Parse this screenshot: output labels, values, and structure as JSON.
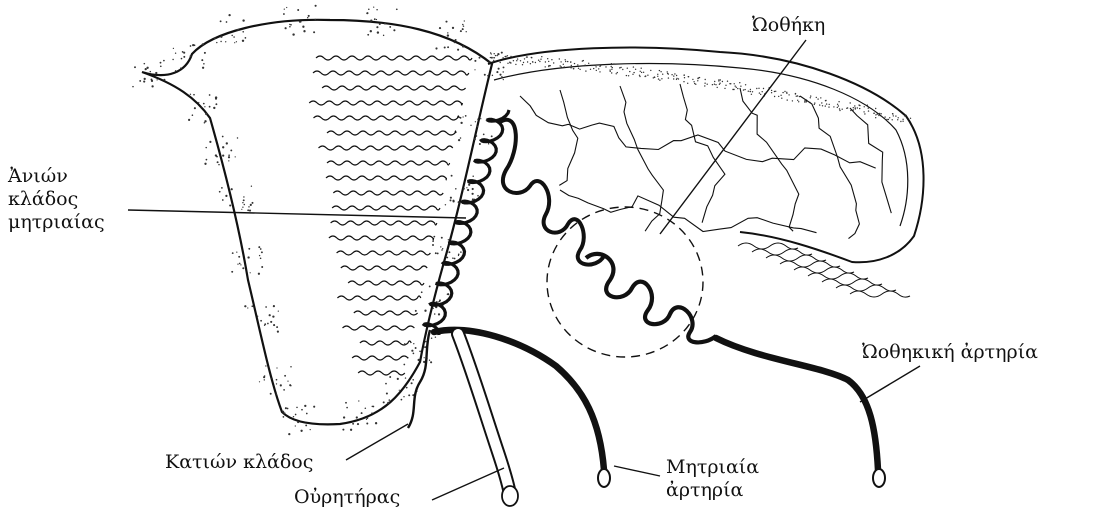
{
  "labels": {
    "ovary": "Ὠοθήκη",
    "ascending_branch": [
      "Ἀνιών",
      "κλάδος",
      "μητριαίας"
    ],
    "ovarian_artery": "Ὠοθηκική ἀρτηρία",
    "descending_branch": "Κατιών κλάδος",
    "ureter": "Οὐρητήρας",
    "uterine_artery": [
      "Μητριαία",
      "ἀρτηρία"
    ]
  },
  "colors": {
    "ink": "#111111",
    "background": "#ffffff"
  }
}
